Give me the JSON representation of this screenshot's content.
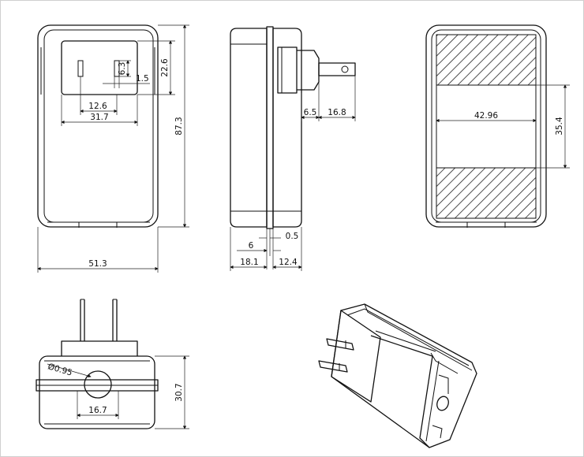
{
  "drawing": {
    "colors": {
      "stroke": "#111111",
      "frame": "#cfcfcf",
      "background": "#ffffff"
    },
    "dimensions": {
      "front_prong_height": "6.3",
      "front_prong_gap": "1.5",
      "front_plate_height": "22.6",
      "front_prong_spacing": "12.6",
      "front_plate_width": "31.7",
      "front_total_height": "87.3",
      "front_total_width": "51.3",
      "side_prong_base": "6.5",
      "side_prong_length": "16.8",
      "side_step": "6",
      "side_offset": "0.5",
      "side_body_depth": "18.1",
      "side_cover_depth": "12.4",
      "back_label_width": "42.96",
      "back_label_height": "35.4",
      "bottom_hole_dia": "Ø0.95",
      "bottom_height": "30.7",
      "bottom_width": "16.7"
    }
  }
}
